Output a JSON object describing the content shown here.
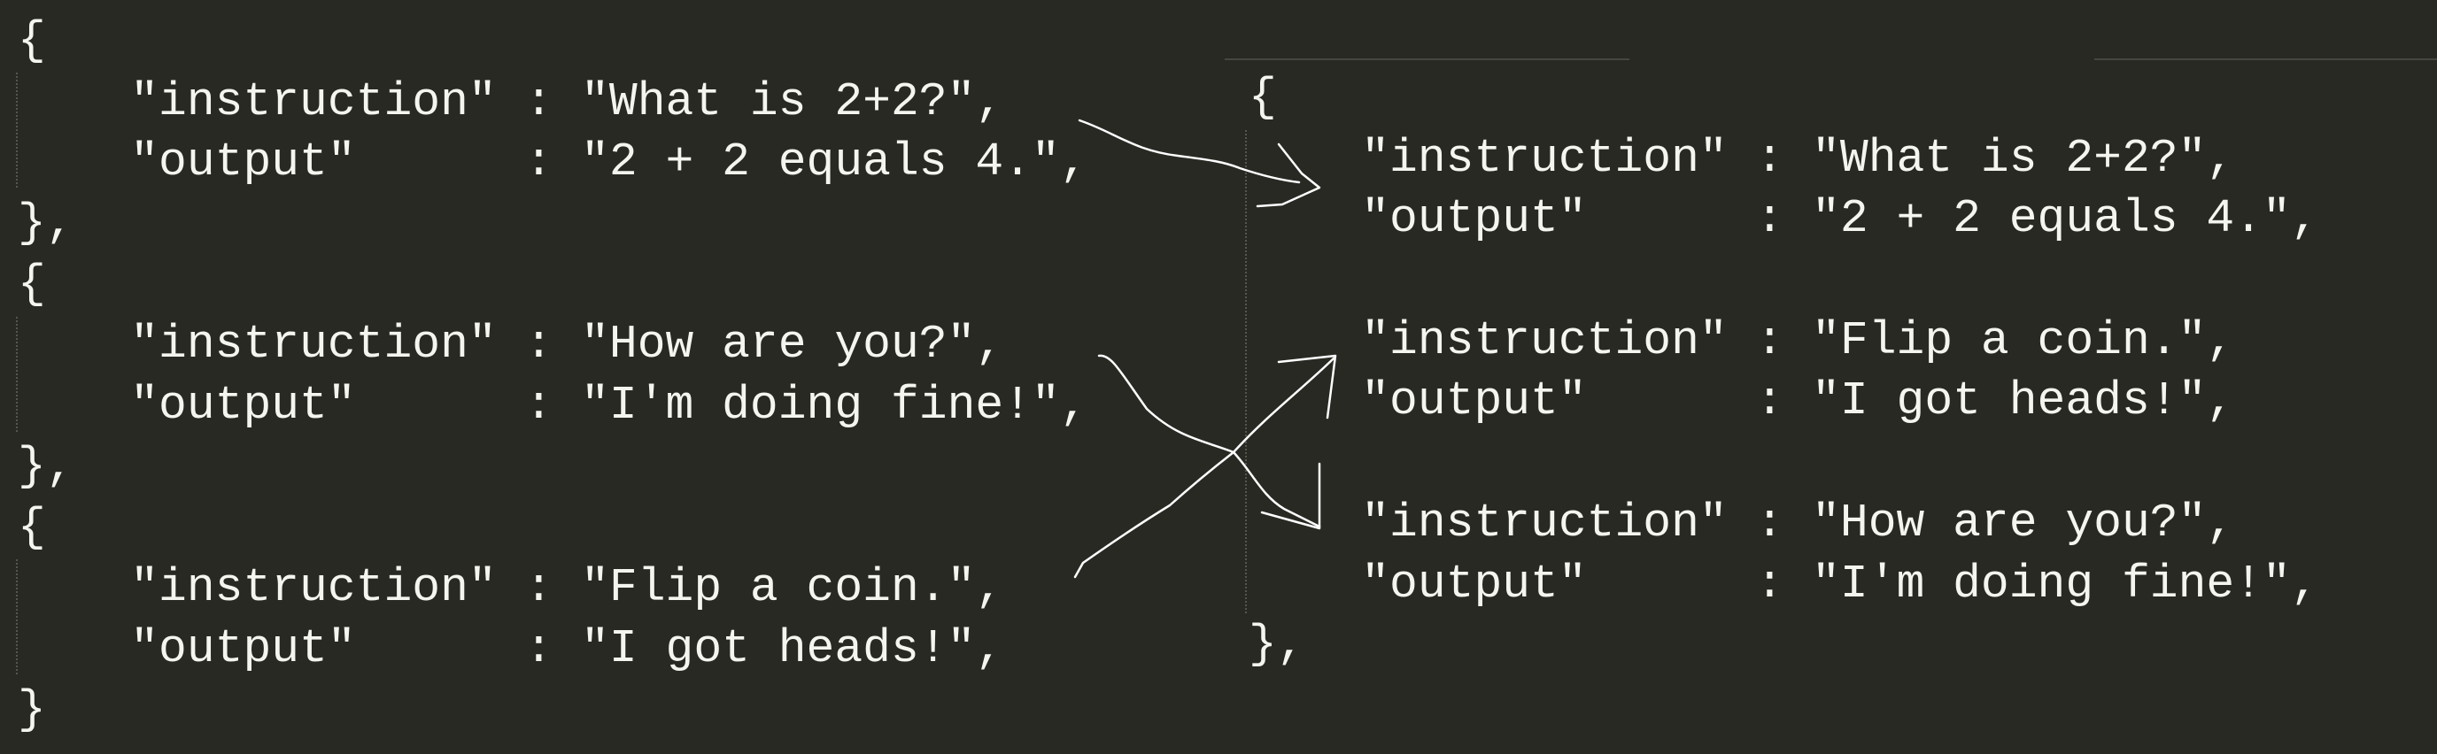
{
  "left_panel": {
    "lines": [
      "{",
      "    \"instruction\" : \"What is 2+2?\",",
      "    \"output\"      : \"2 + 2 equals 4.\",",
      "},",
      "{",
      "    \"instruction\" : \"How are you?\",",
      "    \"output\"      : \"I'm doing fine!\",",
      "},",
      "{",
      "    \"instruction\" : \"Flip a coin.\",",
      "    \"output\"      : \"I got heads!\",",
      "}"
    ]
  },
  "right_panel": {
    "lines": [
      "{",
      "    \"instruction\" : \"What is 2+2?\",",
      "    \"output\"      : \"2 + 2 equals 4.\",",
      "",
      "    \"instruction\" : \"Flip a coin.\",",
      "    \"output\"      : \"I got heads!\",",
      "",
      "    \"instruction\" : \"How are you?\",",
      "    \"output\"      : \"I'm doing fine!\",",
      "},"
    ]
  },
  "colors": {
    "background": "#282923",
    "text": "#f5f5ef",
    "annotation": "#ffffff"
  }
}
